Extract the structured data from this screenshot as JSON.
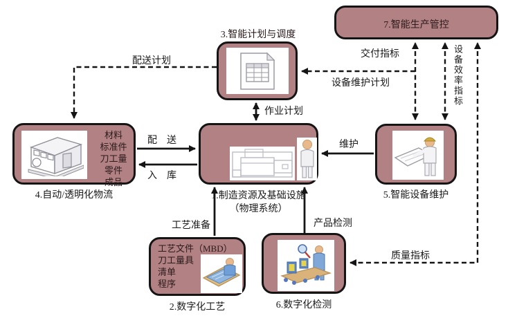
{
  "diagram": {
    "colors": {
      "box_fill": "#b28184",
      "box_border": "#141414"
    },
    "boxes": {
      "b1": {
        "caption_line1": "1.制造资源及基础设施",
        "caption_line2": "（物理系统）"
      },
      "b2": {
        "caption": "2.数字化工艺",
        "items": [
          "工艺文件（MBD）",
          "刀工量具",
          "清单",
          "程序"
        ]
      },
      "b3": {
        "title": "3.智能计划与调度"
      },
      "b4": {
        "caption": "4.自动/透明化物流",
        "items": [
          "材料",
          "标准件",
          "刀工量",
          "零件",
          "成品"
        ]
      },
      "b5": {
        "caption": "5.智能设备维护"
      },
      "b6": {
        "caption": "6.数字化检测"
      },
      "b7": {
        "label": "7.智能生产管控"
      }
    },
    "edge_labels": {
      "distribution_plan": "配送计划",
      "job_plan": "作业计划",
      "distribution": "配　送",
      "inbound": "入　库",
      "maintenance": "维护",
      "process_preparation": "工艺准备",
      "product_inspection": "产品检测",
      "delivery_indicator": "交付指标",
      "equipment_maintenance_plan": "设备维护计划",
      "equipment_efficiency_indicator": "设备效率指标",
      "quality_indicator": "质量指标"
    }
  }
}
